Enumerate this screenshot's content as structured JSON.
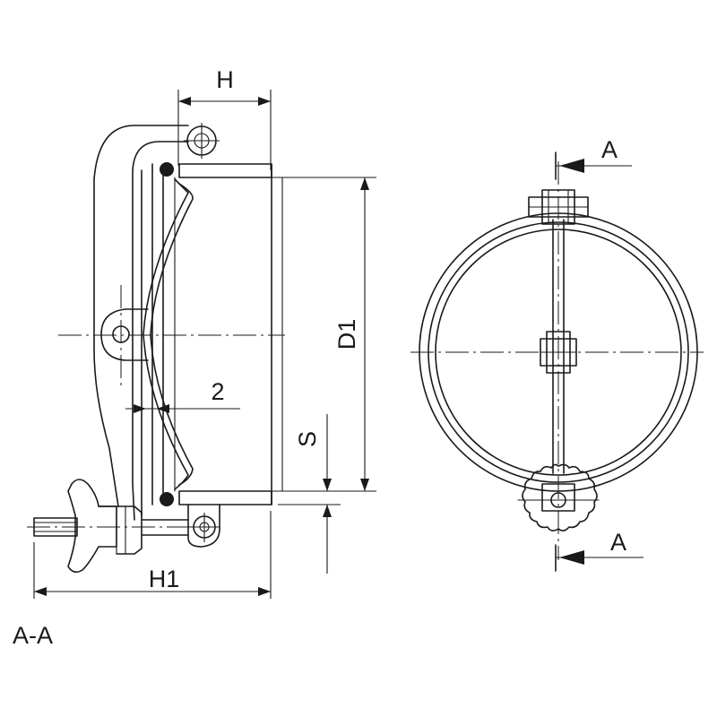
{
  "labels": {
    "height": "H",
    "overall_height": "H1",
    "diameter": "D1",
    "thickness": "S",
    "gap": "2",
    "section_arrow_top": "A",
    "section_arrow_bottom": "A",
    "section_title": "A-A"
  }
}
